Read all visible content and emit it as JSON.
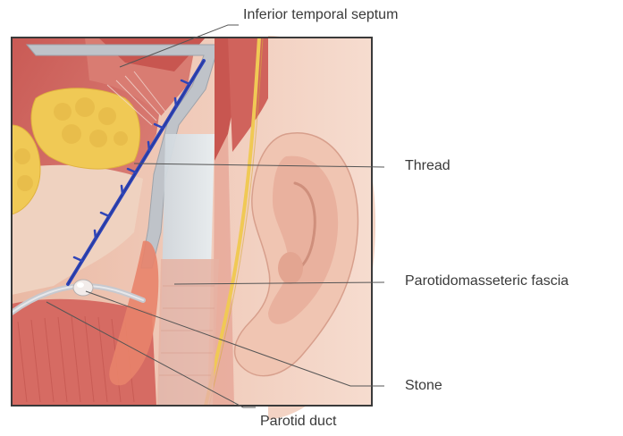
{
  "labels": {
    "inferior_temporal_septum": "Inferior temporal septum",
    "thread": "Thread",
    "parotidomasseteric_fascia": "Parotidomasseteric fascia",
    "stone": "Stone",
    "parotid_duct": "Parotid duct"
  },
  "colors": {
    "background": "#ffffff",
    "skin": "#eec3ae",
    "skin_light": "#f6ddd0",
    "muscle": "#d9726a",
    "muscle_dark": "#b84f4a",
    "fat": "#f0c955",
    "fascia_gray": "#c9cdd3",
    "fascia_blue": "#d9e6ec",
    "thread": "#2f45b8",
    "thread_dark": "#1f2f85",
    "stone": "#f2ecea",
    "duct": "#c7c9cf",
    "frame": "#3a3a3a",
    "leader": "#555555",
    "label_text": "#3a3a3a"
  },
  "icons": [
    "ear-illustration",
    "thread-with-barbs",
    "salivary-stone",
    "parotid-duct"
  ]
}
